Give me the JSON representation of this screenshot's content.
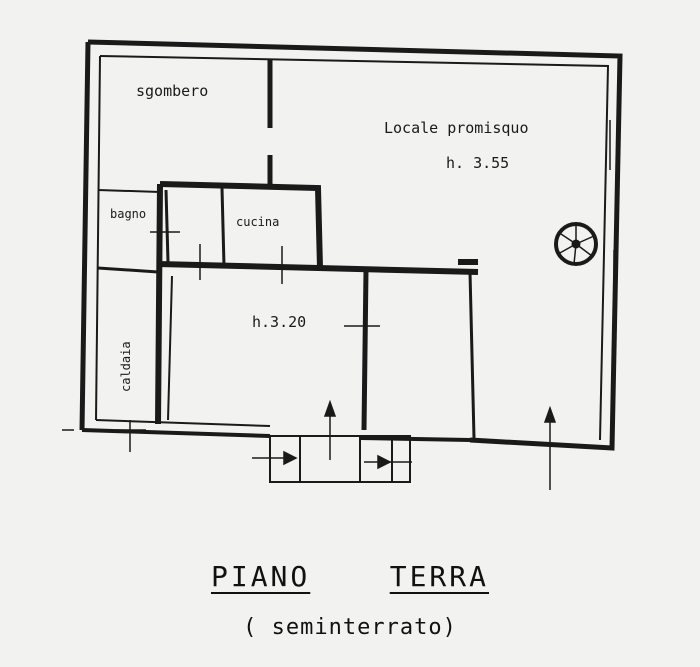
{
  "rooms": {
    "sgombero": "sgombero",
    "locale": "Locale promisquo",
    "locale_height": "h. 3.55",
    "bagno": "bagno",
    "cucina": "cucina",
    "central_height": "h.3.20",
    "caldaia": "caldaia"
  },
  "title": {
    "word1": "PIANO",
    "word2": "TERRA"
  },
  "subtitle": "( seminterrato)",
  "icons": [
    "spiral-stair-icon",
    "entry-arrow-icon"
  ],
  "colors": {
    "ink": "#1a1a1a",
    "paper": "#f2f2f0"
  }
}
